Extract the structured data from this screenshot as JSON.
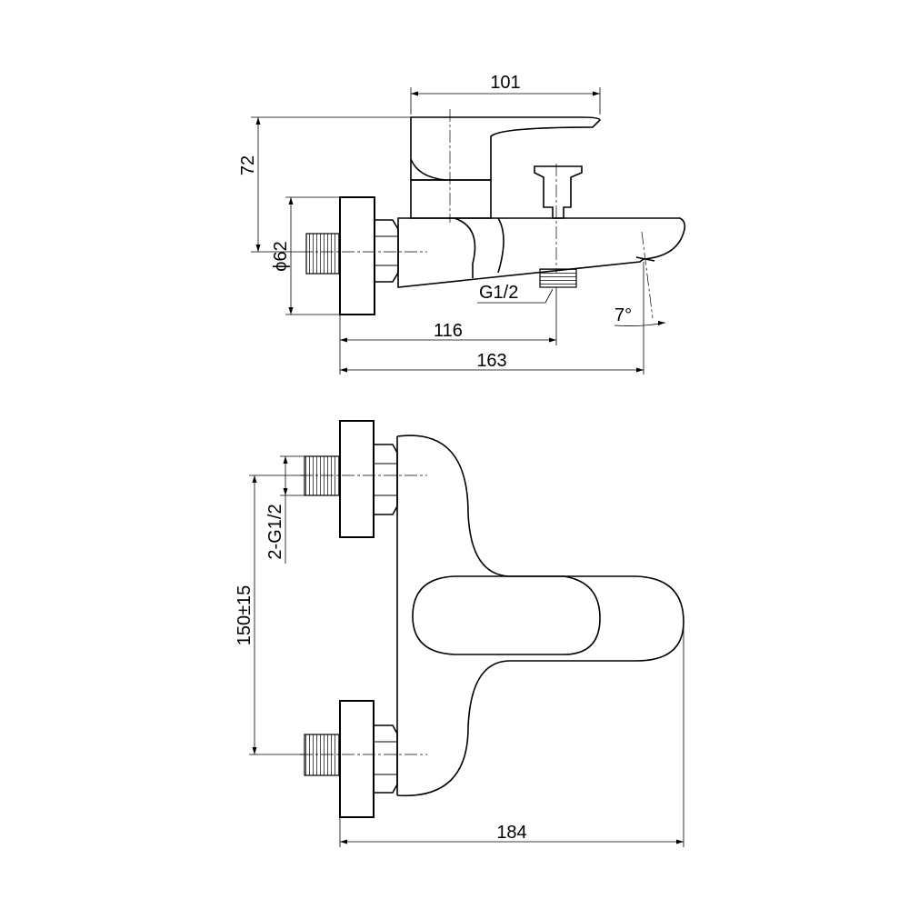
{
  "diagram": {
    "top_view": {
      "dim_handle_length": "101",
      "dim_height": "72",
      "dim_flange_diameter": "ϕ62",
      "dim_outlet_thread": "G1/2",
      "dim_spout_angle": "7°",
      "dim_outlet_distance": "116",
      "dim_total_depth": "163"
    },
    "front_view": {
      "dim_inlet_thread": "2-G1/2",
      "dim_inlet_spacing": "150±15",
      "dim_total_width": "184"
    }
  }
}
